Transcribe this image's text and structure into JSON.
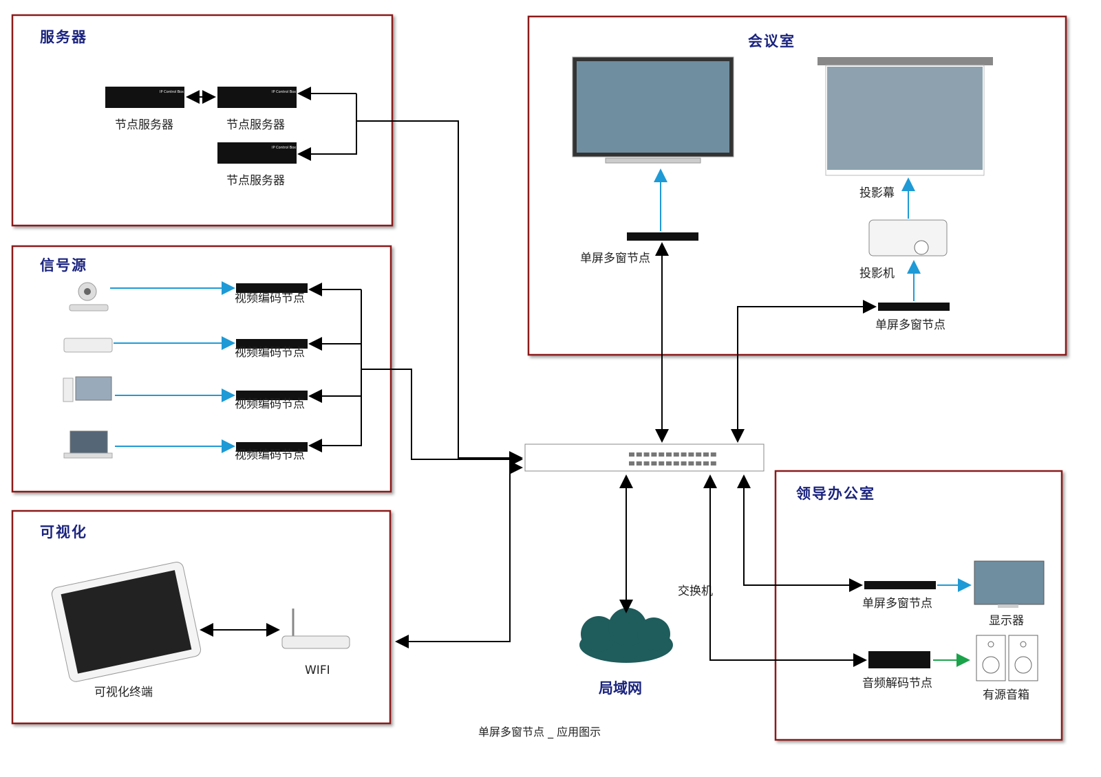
{
  "zones": {
    "server": {
      "title": "服务器",
      "node_label": "节点服务器",
      "device_text": "IP Control Box"
    },
    "source": {
      "title": "信号源",
      "encoder_label": "视频编码节点"
    },
    "visual": {
      "title": "可视化",
      "terminal_label": "可视化终端",
      "wifi_label": "WIFI"
    },
    "meeting": {
      "title": "会议室",
      "node_label": "单屏多窗节点",
      "screen_label": "投影幕",
      "projector_label": "投影机"
    },
    "office": {
      "title": "领导办公室",
      "node_label": "单屏多窗节点",
      "monitor_label": "显示器",
      "audio_label": "音频解码节点",
      "speaker_label": "有源音箱"
    }
  },
  "center": {
    "switch_label": "交换机",
    "lan_label": "局域网"
  },
  "caption": "单屏多窗节点 _ 应用图示",
  "colors": {
    "zone_border": "#8b1a1a",
    "title": "#1a237e",
    "video_link": "#1e9ad6",
    "audio_link": "#1aa34a",
    "cloud": "#1f5c5c"
  }
}
